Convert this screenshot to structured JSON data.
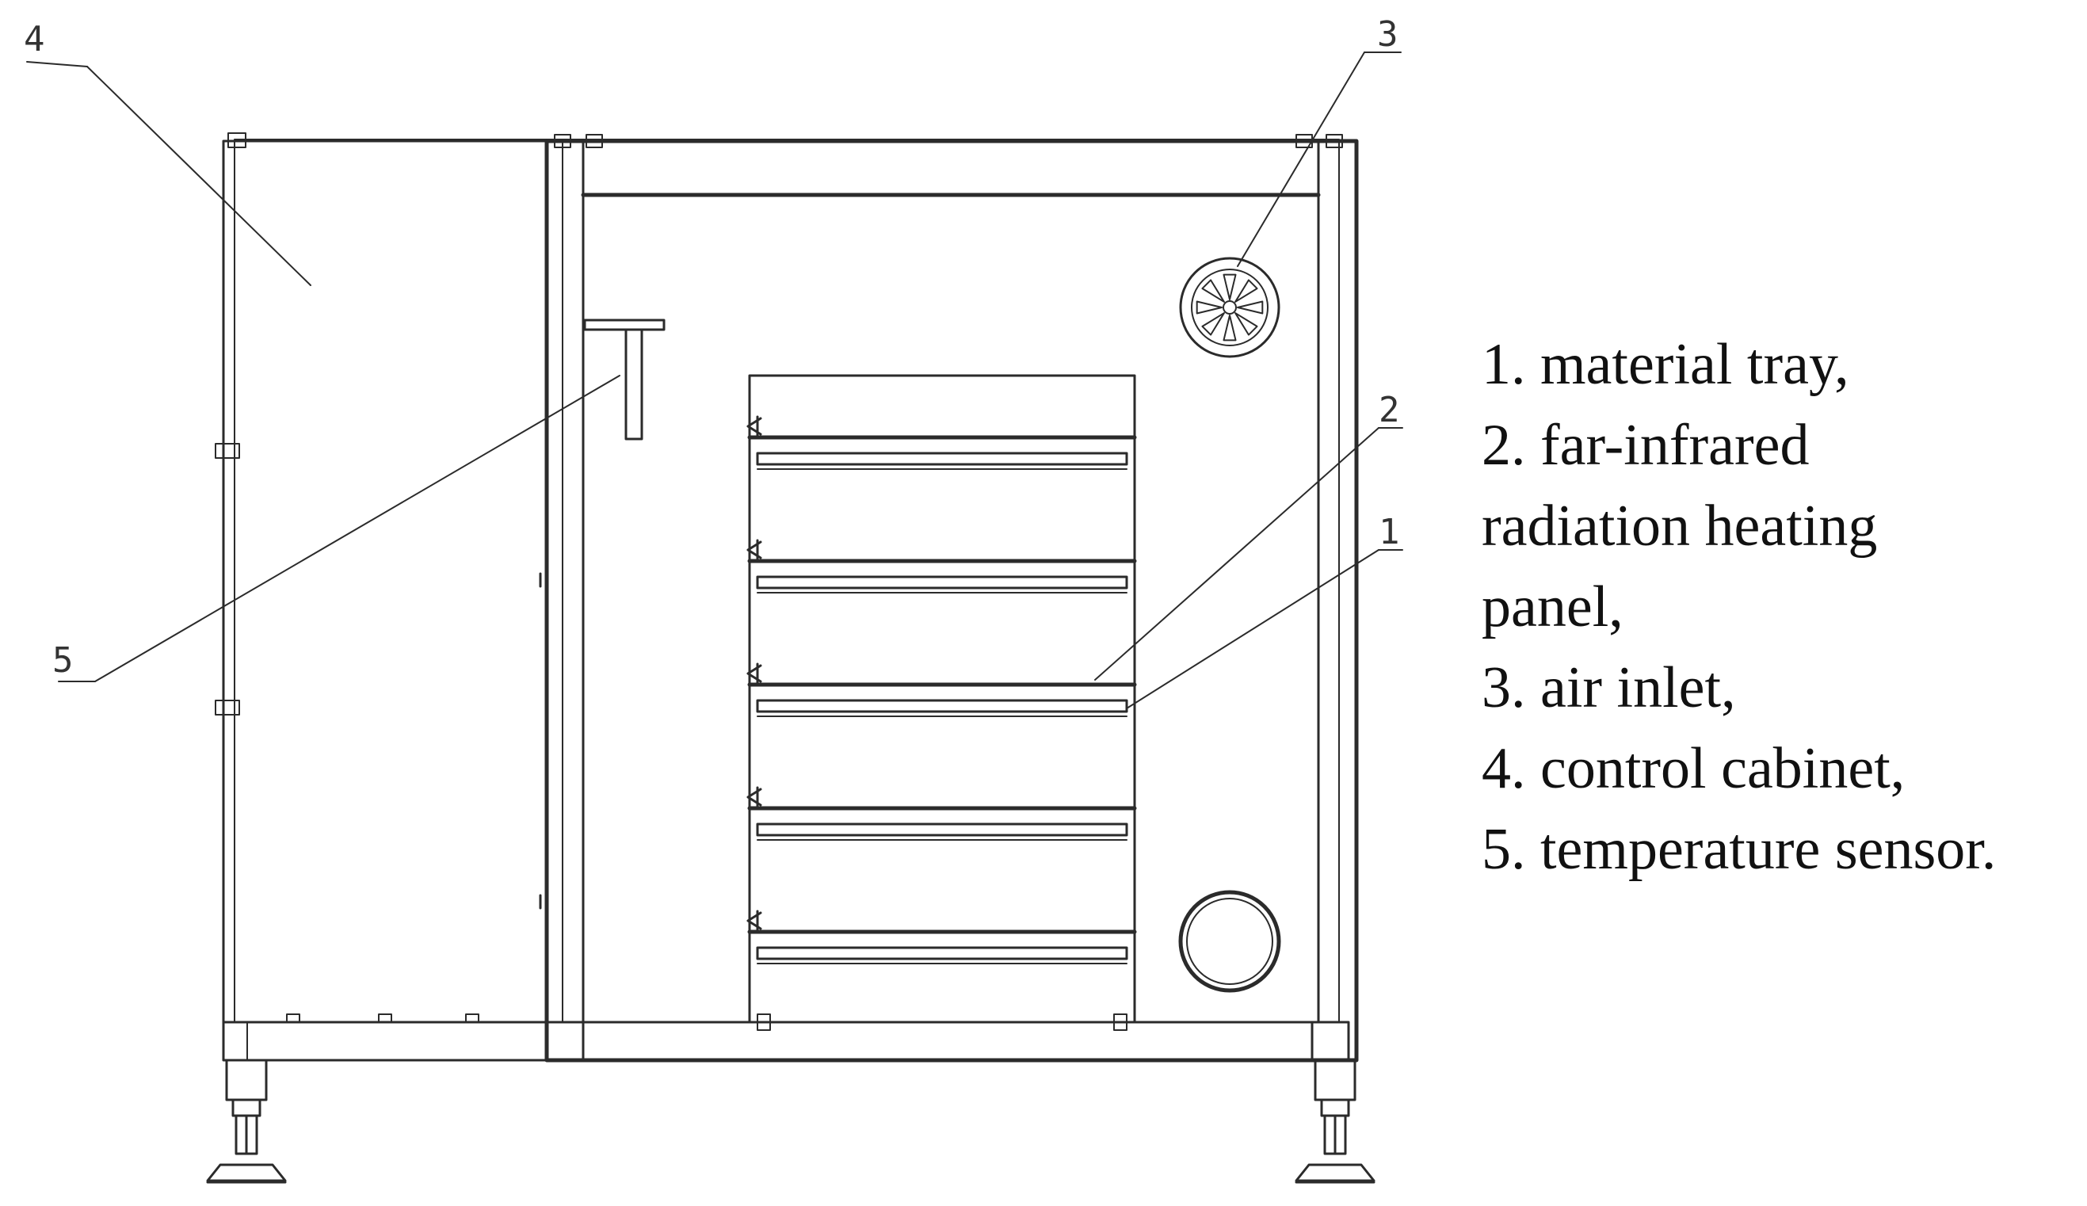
{
  "diagram": {
    "callouts": [
      {
        "id": "1",
        "label": "1"
      },
      {
        "id": "2",
        "label": "2"
      },
      {
        "id": "3",
        "label": "3"
      },
      {
        "id": "4",
        "label": "4"
      },
      {
        "id": "5",
        "label": "5"
      }
    ],
    "legend": [
      "1. material tray,",
      "2. far-infrared",
      "radiation heating",
      "panel,",
      "3. air inlet,",
      "4. control cabinet,",
      "5. temperature sensor."
    ],
    "tray_count": 5,
    "fan_blade_count": 8
  }
}
